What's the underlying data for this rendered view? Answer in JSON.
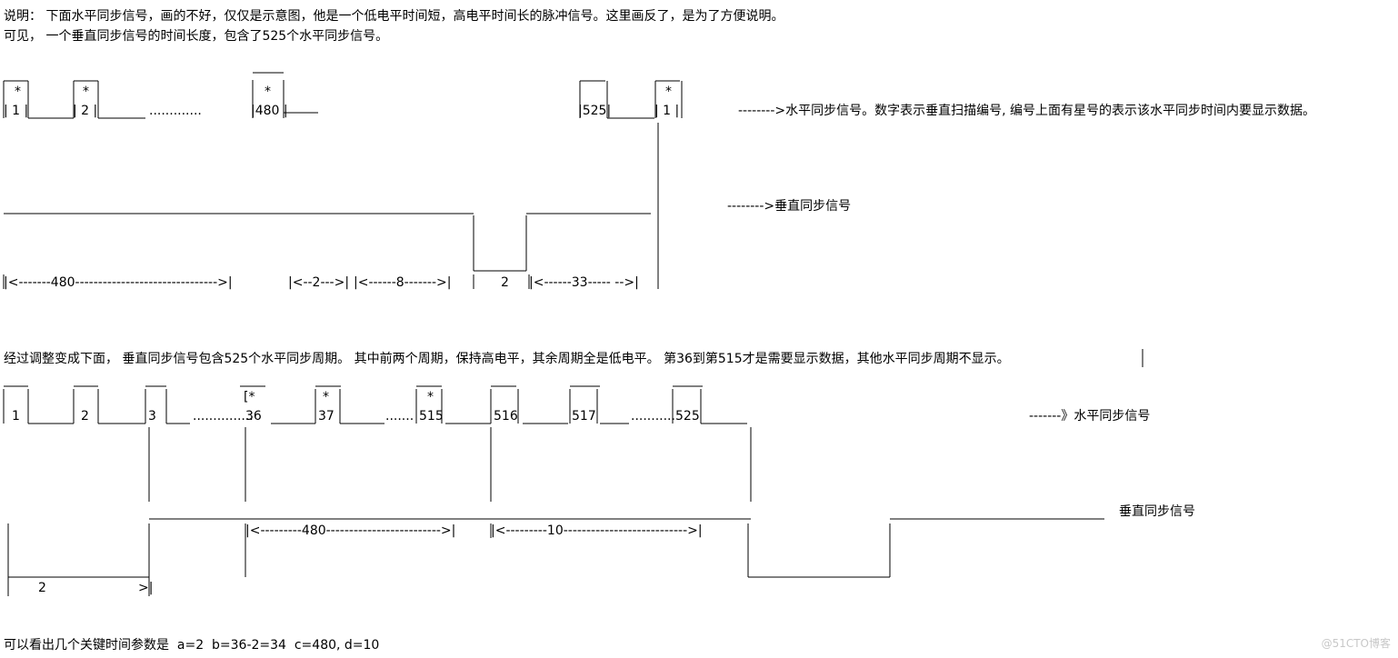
{
  "intro": {
    "line1": "说明： 下面水平同步信号，画的不好，仅仅是示意图，他是一个低电平时间短，高电平时间长的脉冲信号。这里画反了，是为了方便说明。",
    "line2": "可见， 一个垂直同步信号的时间长度，包含了525个水平同步信号。"
  },
  "diagram1": {
    "h_labels": [
      "| 1 |",
      "| 2 |",
      ".............",
      "|480 |",
      "|525|",
      "| 1 |"
    ],
    "h_pulse_1": "| 1 |",
    "h_pulse_2": "| 2 |",
    "h_dots": ".............",
    "h_pulse_480": "|480 |",
    "h_pulse_525": "|525|",
    "h_pulse_1b": "| 1 |",
    "star": "*",
    "h_caption": "-------->水平同步信号。数字表示垂直扫描编号, 编号上面有星号的表示该水平同步时间内要显示数据。",
    "v_caption": "-------->垂直同步信号",
    "timing": {
      "seg_480": "|<-------480------------------------------->|",
      "seg_2a": "|<--2--->|",
      "seg_8": "|<------8------->|",
      "seg_2b": "2",
      "seg_33": "|<------33----- -->|"
    }
  },
  "middle_text": "经过调整变成下面， 垂直同步信号包含525个水平同步周期。 其中前两个周期，保持高电平，其余周期全是低电平。 第36到第515才是需要显示数据，其他水平同步周期不显示。",
  "diagram2": {
    "h_labels": [
      "1",
      "2",
      "3",
      "36",
      "37",
      "515",
      "516",
      "517",
      "525"
    ],
    "dots_a": "...............",
    "dots_b": ".......",
    "dots_c": "...........",
    "star_open": "[*",
    "h_caption": "-------》水平同步信号",
    "v_caption": "垂直同步信号",
    "timing": {
      "seg_480": "|<---------480------------------------->|",
      "seg_10": "|<---------10--------------------------->|",
      "seg_2": "2",
      "arrow": ">|"
    }
  },
  "footer": "可以看出几个关键时间参数是  a=2  b=36-2=34  c=480, d=10",
  "watermark": "@51CTO博客"
}
